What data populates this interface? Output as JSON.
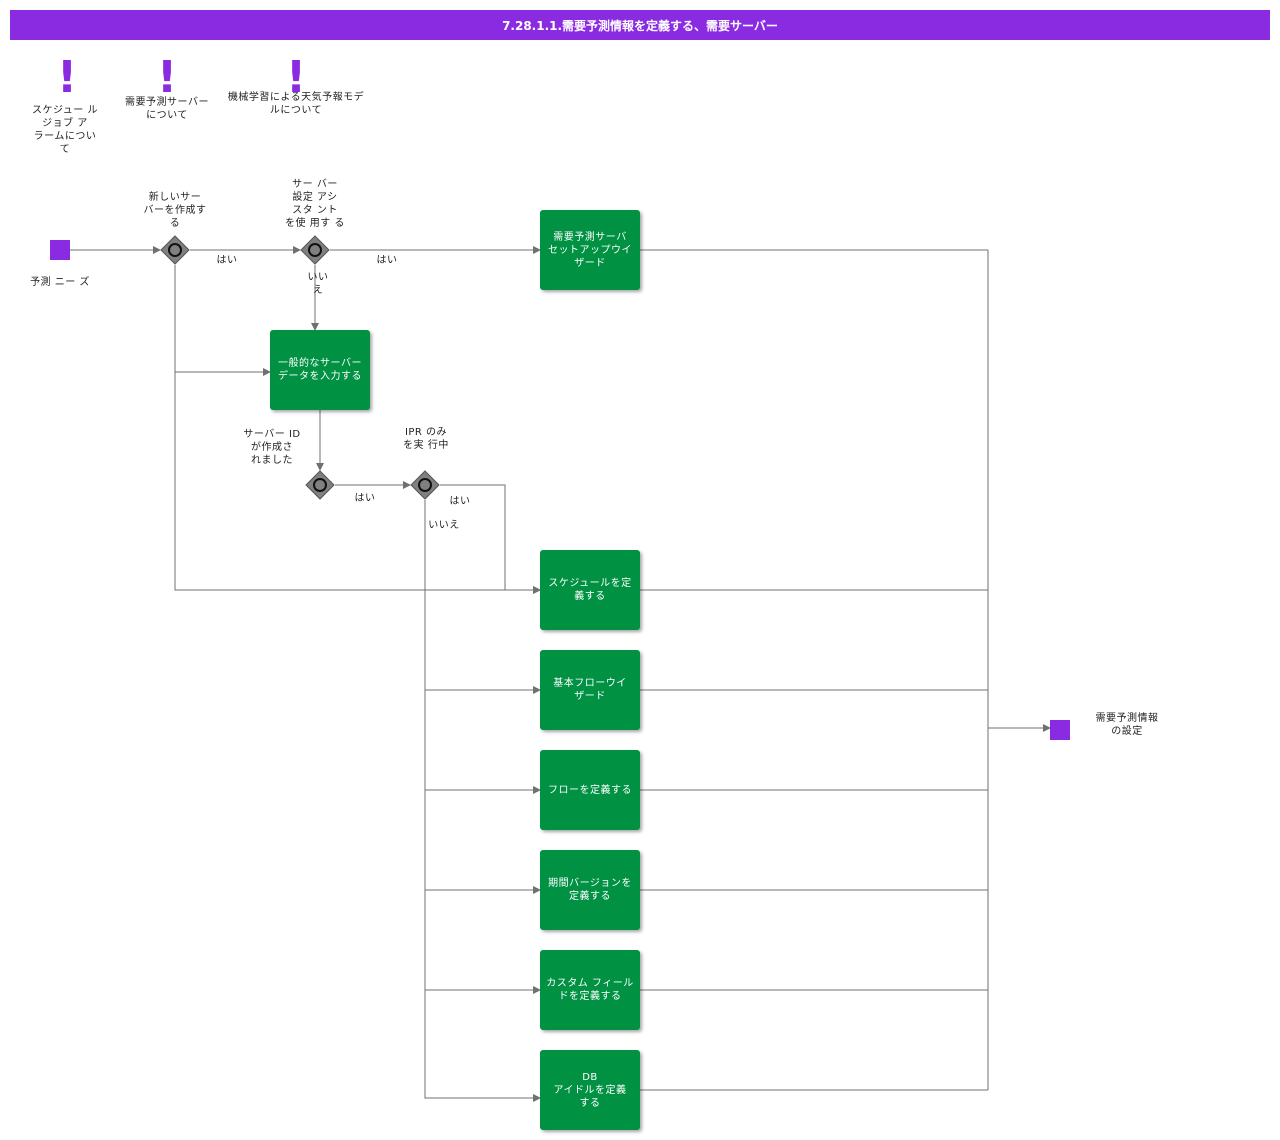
{
  "header": {
    "title": "7.28.1.1.需要予測情報を定義する、需要サーバー"
  },
  "notes": [
    {
      "label": "スケジュー ル\nジョブ ア\nラームについ\nて"
    },
    {
      "label": "需要予測サーバー\nについて"
    },
    {
      "label": "機械学習による天気予報モデ\nルについて"
    }
  ],
  "events": {
    "start_label": "予測 ニー ズ",
    "end_label": "需要予測情報\nの設定"
  },
  "gateways": {
    "g1_label": "新しいサー\nバーを作成す\nる",
    "g2_label": "サー バー\n設定 アシ\nスタ ント\nを使 用す る",
    "g3_label": "サーバー  ID\nが作成さ\nれました",
    "g4_label": "IPR  のみ\nを実 行中"
  },
  "flow_labels": {
    "g1_yes": "はい",
    "g2_yes": "はい",
    "g2_no": "いい\nえ",
    "g3_yes": "はい",
    "g4_yes": "はい",
    "g4_no": "いいえ"
  },
  "tasks": {
    "wizard": "需要予測サーバ\nセットアップウイ\nザード",
    "general": "一般的なサーバー\nデータを入力する",
    "schedule": "スケジュールを定\n義する",
    "basic_flow": "基本フローウイ\nザード",
    "flow": "フローを定義する",
    "period_version": "期間バージョンを\n定義する",
    "custom_field": "カスタム フィール\nドを定義する",
    "db_idle": "DB\nアイドルを定義\nする"
  },
  "colors": {
    "accent": "#8a2be2",
    "task": "#009143",
    "gateway": "#808080",
    "line": "#707070"
  }
}
